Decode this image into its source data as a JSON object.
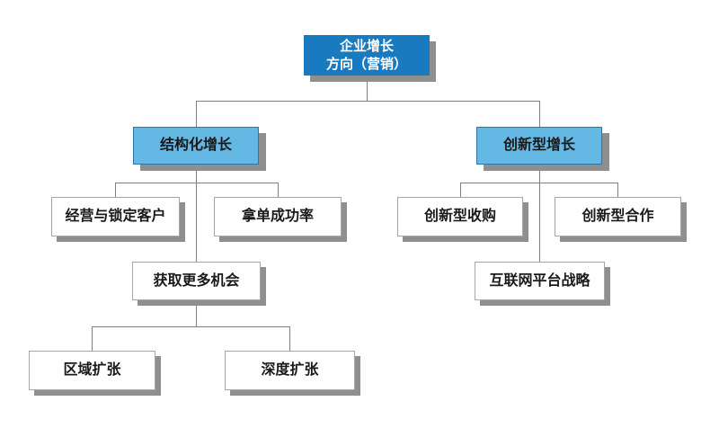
{
  "colors": {
    "root_fill": "#1a7ac0",
    "level2_fill": "#63b8e4",
    "level2_border": "#2e74a9",
    "node_border": "#a6a6a6",
    "shadow": "#8f8f8f",
    "line": "#7f7f7f",
    "root_text": "#ffffff",
    "node_text": "#1a1a1a"
  },
  "tree": {
    "root": {
      "line1": "企业增长",
      "line2": "方向（营销）"
    },
    "left_branch": {
      "label": "结构化增长",
      "children": [
        {
          "label": "经营与锁定客户"
        },
        {
          "label": "拿单成功率"
        }
      ],
      "subnode": {
        "label": "获取更多机会"
      },
      "leaves": [
        {
          "label": "区域扩张"
        },
        {
          "label": "深度扩张"
        }
      ]
    },
    "right_branch": {
      "label": "创新型增长",
      "children": [
        {
          "label": "创新型收购"
        },
        {
          "label": "创新型合作"
        }
      ],
      "subnode": {
        "label": "互联网平台战略"
      }
    }
  }
}
